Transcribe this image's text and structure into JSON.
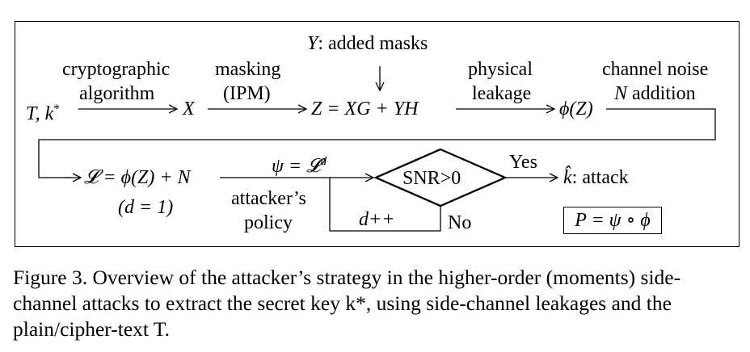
{
  "diagram": {
    "added_masks": "Y: added masks",
    "cryptographic_algorithm": "cryptographic algorithm",
    "cryptographic": "cryptographic",
    "algorithm": "algorithm",
    "masking": "masking",
    "ipm": "(IPM)",
    "physical": "physical",
    "leakage": "leakage",
    "channel_noise": "channel noise",
    "n_addition": "N addition",
    "input_tk": "T, k*",
    "x_node": "X",
    "z_node": "Z = XG + YH",
    "phi_z": "ϕ(Z)",
    "leakage_model": "𝓛 = ϕ(Z) + N",
    "d_init": "(d = 1)",
    "psi_eq": "ψ = 𝓛",
    "psi_exp": "d",
    "attackers": "attacker’s",
    "policy": "policy",
    "decision": "SNR>0",
    "yes": "Yes",
    "no": "No",
    "d_inc": "d++",
    "attack_out": "k̂: attack",
    "p_formula": "P = ψ ∘ ϕ"
  },
  "caption": {
    "label": "Figure 3.",
    "text": "Overview of the attacker’s strategy in the higher-order (moments) side-channel attacks to extract the secret key k*, using side-channel leakages and the plain/cipher-text T."
  }
}
